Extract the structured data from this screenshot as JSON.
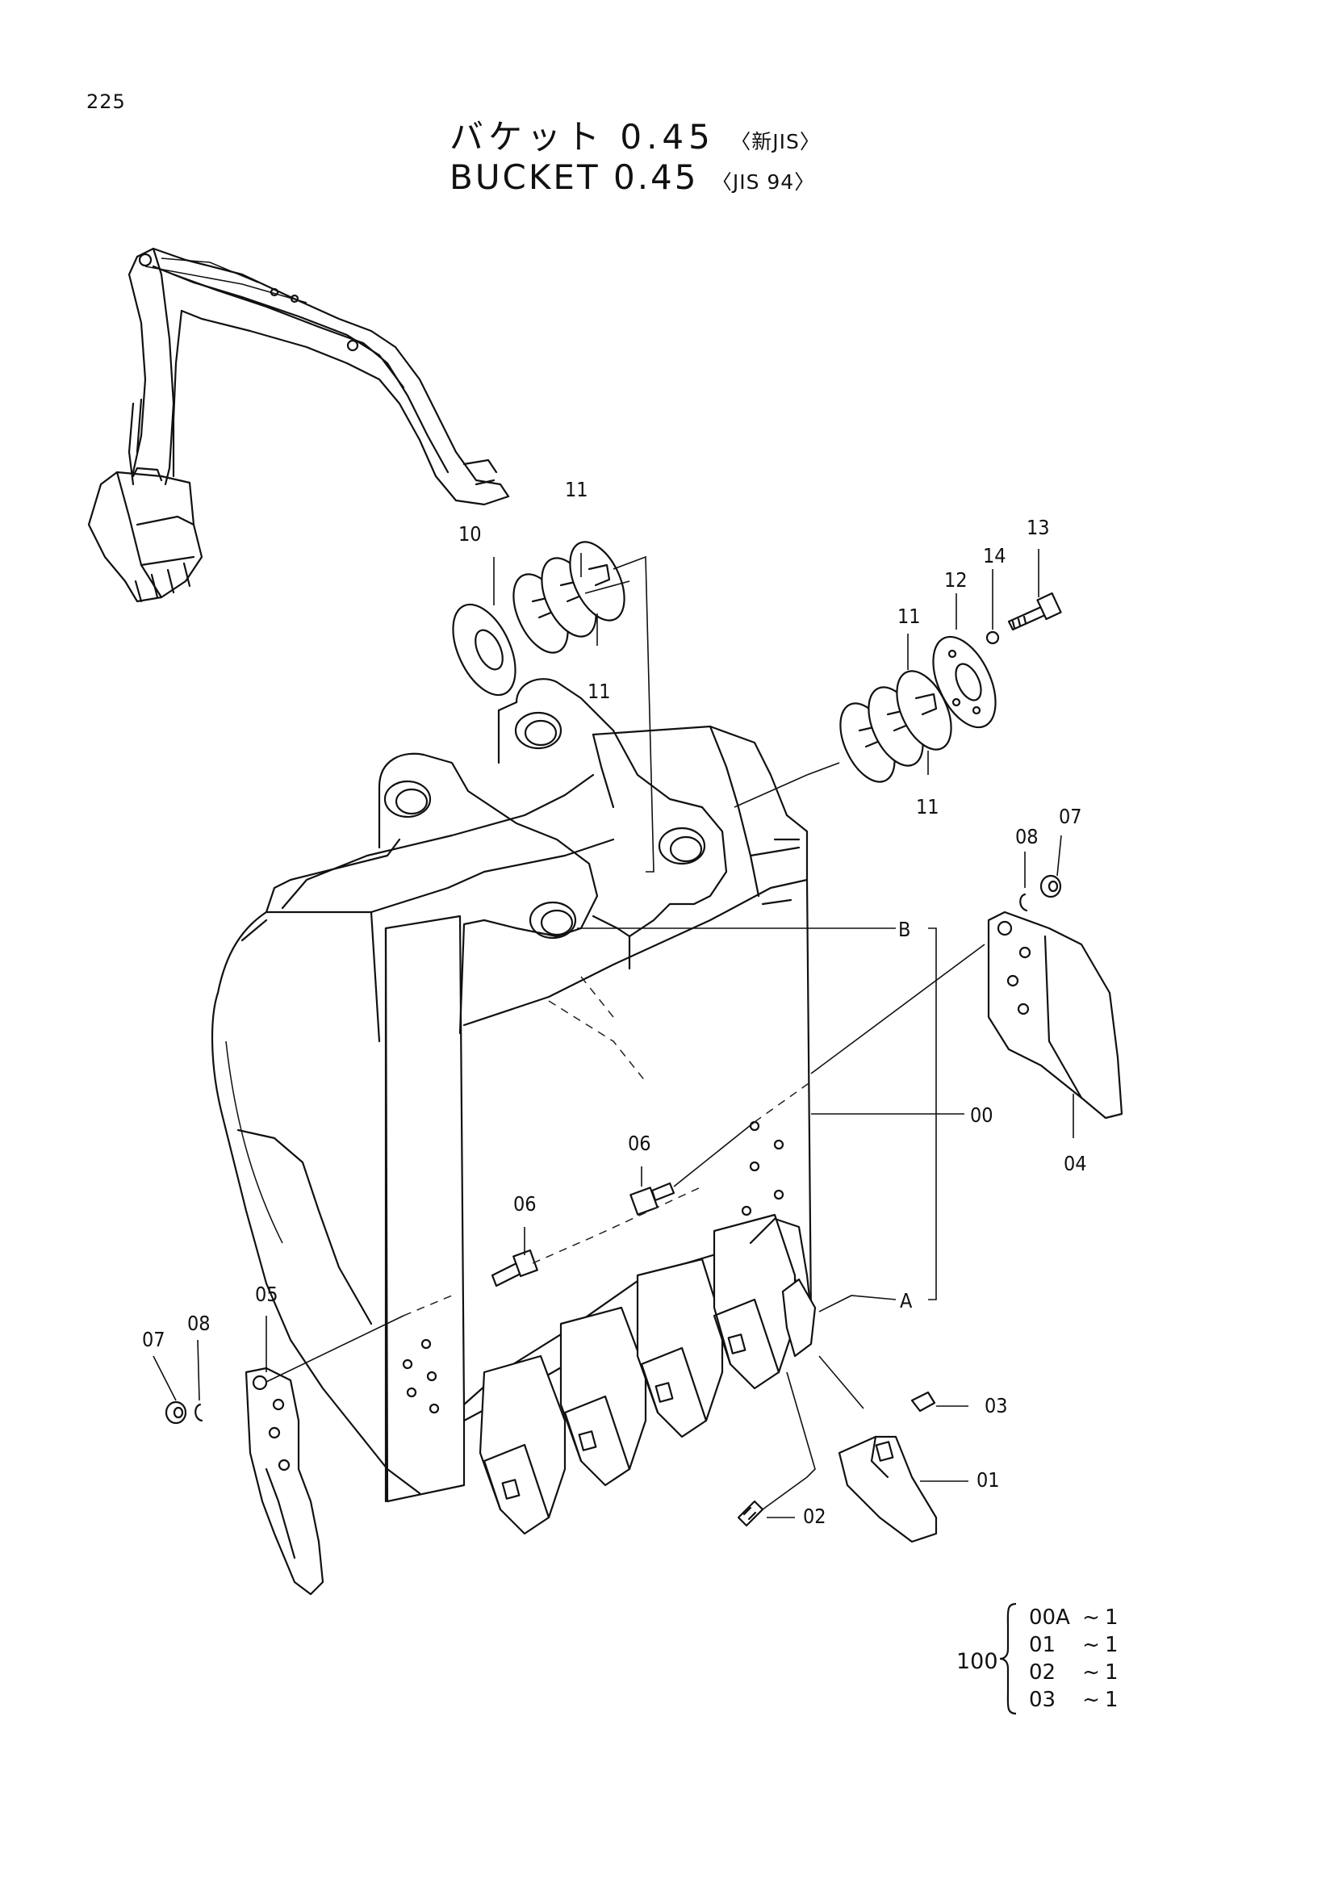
{
  "page_number": "225",
  "title": {
    "jp_main": "バケット 0.45",
    "jp_note": "〈新JIS〉",
    "en_main": "BUCKET 0.45",
    "en_note": "〈JIS 94〉"
  },
  "part_labels": {
    "p00": "00",
    "p01": "01",
    "p02": "02",
    "p03": "03",
    "p04": "04",
    "p05": "05",
    "p06a": "06",
    "p06b": "06",
    "p07a": "07",
    "p07b": "07",
    "p08a": "08",
    "p08b": "08",
    "p10": "10",
    "p11a": "11",
    "p11b": "11",
    "p11c": "11",
    "p11d": "11",
    "p12": "12",
    "p13": "13",
    "p14": "14",
    "ref_a": "A",
    "ref_b": "B"
  },
  "kit": {
    "number": "100",
    "items": [
      {
        "code": "00A",
        "sep": "~",
        "qty": "1"
      },
      {
        "code": "01",
        "sep": "~",
        "qty": "1"
      },
      {
        "code": "02",
        "sep": "~",
        "qty": "1"
      },
      {
        "code": "03",
        "sep": "~",
        "qty": "1"
      }
    ]
  }
}
